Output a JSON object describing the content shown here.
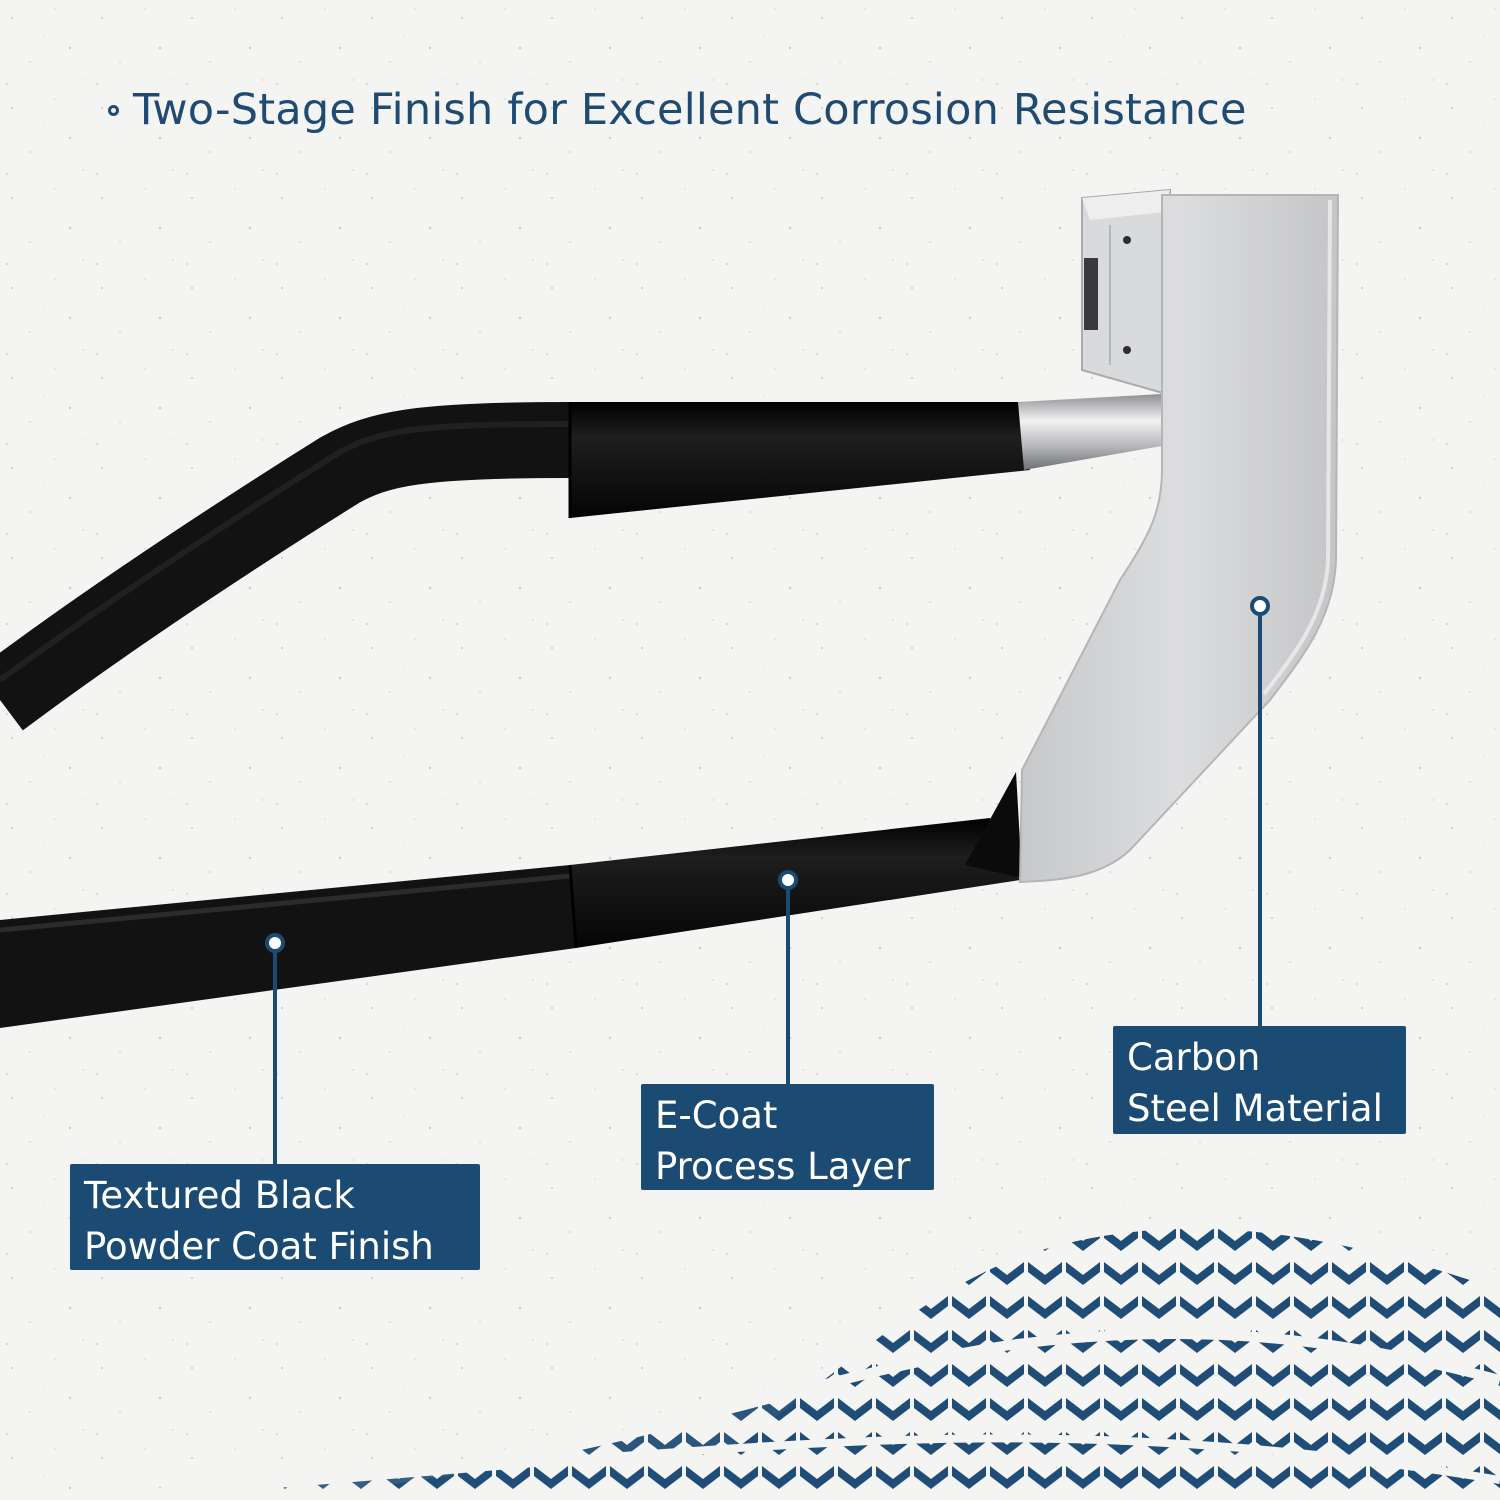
{
  "headline": {
    "text": "Two-Stage Finish for Excellent Corrosion Resistance",
    "bullet_icon": "ring-bullet-icon"
  },
  "callouts": [
    {
      "id": "powder-coat",
      "lines": [
        "Textured Black",
        "Powder Coat Finish"
      ]
    },
    {
      "id": "e-coat",
      "lines": [
        "E-Coat",
        "Process Layer"
      ]
    },
    {
      "id": "carbon-steel",
      "lines": [
        "Carbon",
        "Steel Material"
      ]
    }
  ],
  "colors": {
    "accent": "#1b4b73",
    "background": "#f4f4f2",
    "tube_black": "#141414",
    "steel": "#d2d3d5"
  }
}
